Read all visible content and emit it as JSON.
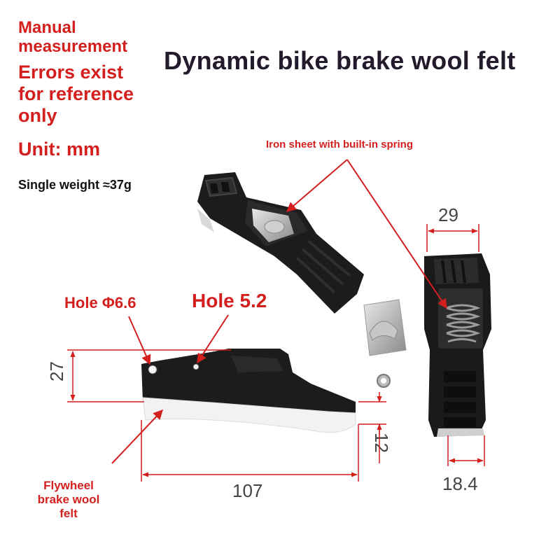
{
  "title": "Dynamic bike brake wool felt",
  "notes": {
    "manual_line1": "Manual",
    "manual_line2": "measurement",
    "errors_line1": "Errors exist",
    "errors_line2": "for reference",
    "errors_line3": "only",
    "unit": "Unit: mm",
    "weight": "Single weight ≈37g"
  },
  "labels": {
    "iron_sheet": "Iron sheet with built-in spring",
    "hole_large": "Hole Φ6.6",
    "hole_small": "Hole 5.2",
    "felt_line1": "Flywheel",
    "felt_line2": "brake wool",
    "felt_line3": "felt"
  },
  "dimensions": {
    "width_top": "29",
    "height_left": "27",
    "felt_thickness": "12",
    "length": "107",
    "width_bottom": "18.4"
  },
  "colors": {
    "accent_red": "#d41f1f",
    "title_dark": "#231a2c",
    "part_black": "#1c1c1c",
    "felt_white": "#f2f2f2"
  }
}
